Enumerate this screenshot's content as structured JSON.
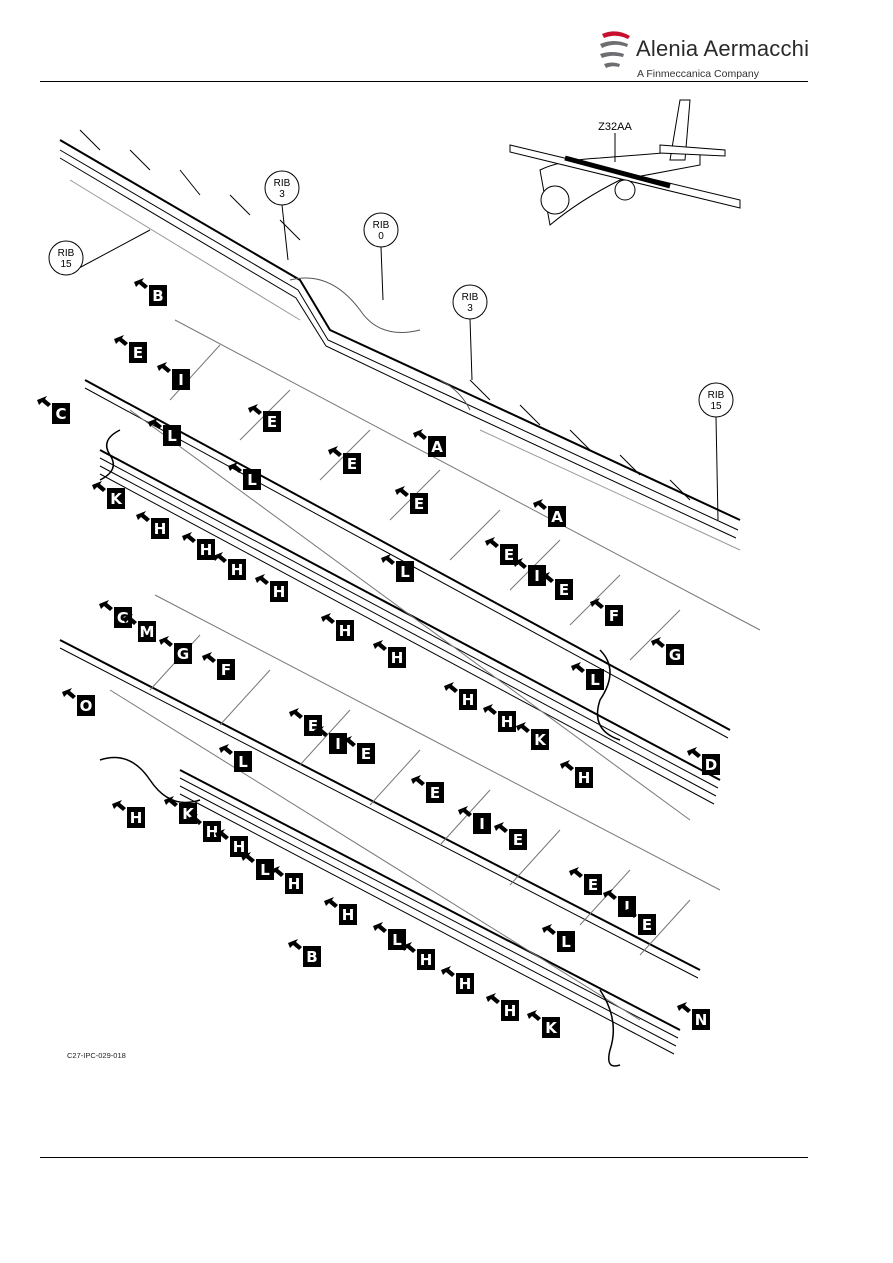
{
  "header": {
    "brand_name": "Alenia Aermacchi",
    "brand_tagline": "A Finmeccanica Company"
  },
  "inset": {
    "zone_label": "Z32AA"
  },
  "callouts": [
    {
      "line1": "RIB",
      "line2": "15"
    },
    {
      "line1": "RIB",
      "line2": "3"
    },
    {
      "line1": "RIB",
      "line2": "0"
    },
    {
      "line1": "RIB",
      "line2": "3"
    },
    {
      "line1": "RIB",
      "line2": "15"
    }
  ],
  "view_letters": [
    "B",
    "E",
    "I",
    "C",
    "E",
    "L",
    "A",
    "E",
    "K",
    "L",
    "H",
    "E",
    "H",
    "H",
    "A",
    "H",
    "E",
    "I",
    "E",
    "H",
    "L",
    "H",
    "F",
    "H",
    "G",
    "M",
    "G",
    "H",
    "L",
    "K",
    "G",
    "D",
    "F",
    "H",
    "O",
    "E",
    "I",
    "E",
    "L",
    "K",
    "H",
    "H",
    "E",
    "I",
    "L",
    "H",
    "E",
    "H",
    "H",
    "L",
    "E",
    "I",
    "E",
    "B",
    "L",
    "H",
    "H",
    "K",
    "N",
    "H"
  ],
  "figure_code": "C27-IPC-029-018"
}
